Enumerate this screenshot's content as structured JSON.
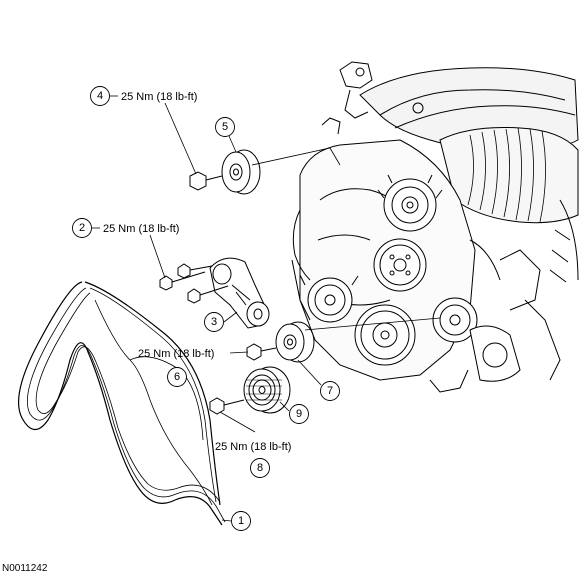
{
  "torque_spec": "25 Nm (18 lb-ft)",
  "callouts": [
    {
      "id": "1",
      "label": "1"
    },
    {
      "id": "2",
      "label": "2",
      "spec": "25 Nm (18 lb-ft)"
    },
    {
      "id": "3",
      "label": "3"
    },
    {
      "id": "4",
      "label": "4",
      "spec": "25 Nm (18 lb-ft)"
    },
    {
      "id": "5",
      "label": "5"
    },
    {
      "id": "6",
      "label": "6",
      "spec": "25 Nm (18 lb-ft)"
    },
    {
      "id": "7",
      "label": "7"
    },
    {
      "id": "8",
      "label": "8",
      "spec": "25 Nm (18 lb-ft)"
    },
    {
      "id": "9",
      "label": "9"
    }
  ],
  "reference_code": "N0011242"
}
